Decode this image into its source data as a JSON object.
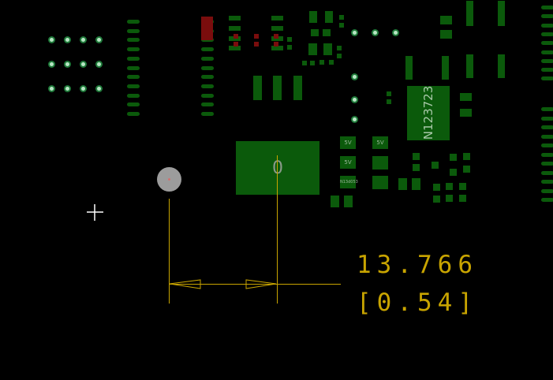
{
  "board": {
    "ic_reference": "N123723",
    "big_pad_label": "0",
    "pad_labels": [
      "5V",
      "5V",
      "5V",
      "N13d053"
    ]
  },
  "measurement": {
    "value_mm": "13.766",
    "value_in": "[0.54]"
  },
  "colors": {
    "copper": "#0b5a0b",
    "dimension": "#c8a400",
    "background": "#000000"
  }
}
